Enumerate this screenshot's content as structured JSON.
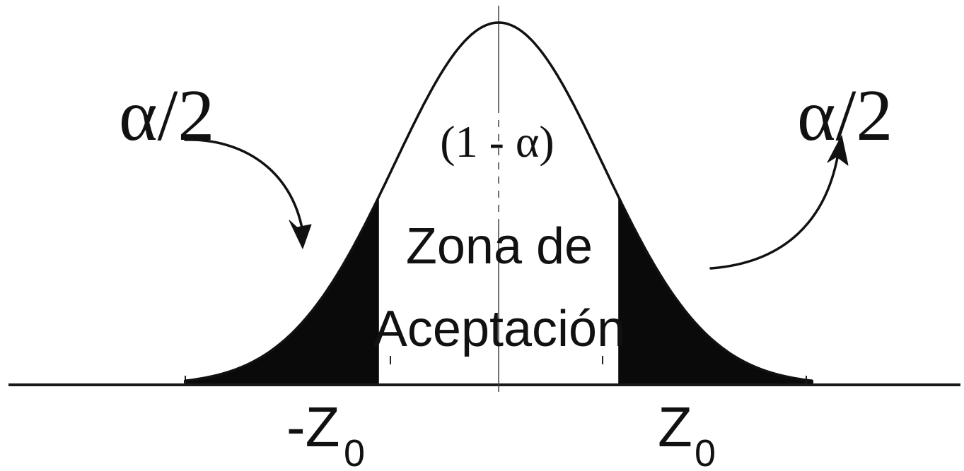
{
  "labels": {
    "alpha_half_left": "α/2",
    "alpha_half_right": "α/2",
    "center": "(1 - α)",
    "zone_line1": "Zona de",
    "zone_line2": "Aceptación",
    "neg_z": "-Z",
    "pos_z": "Z",
    "z_subscript": "0"
  },
  "colors": {
    "ink": "#111111",
    "tail_fill": "#0a0a0a",
    "background": "#ffffff"
  }
}
